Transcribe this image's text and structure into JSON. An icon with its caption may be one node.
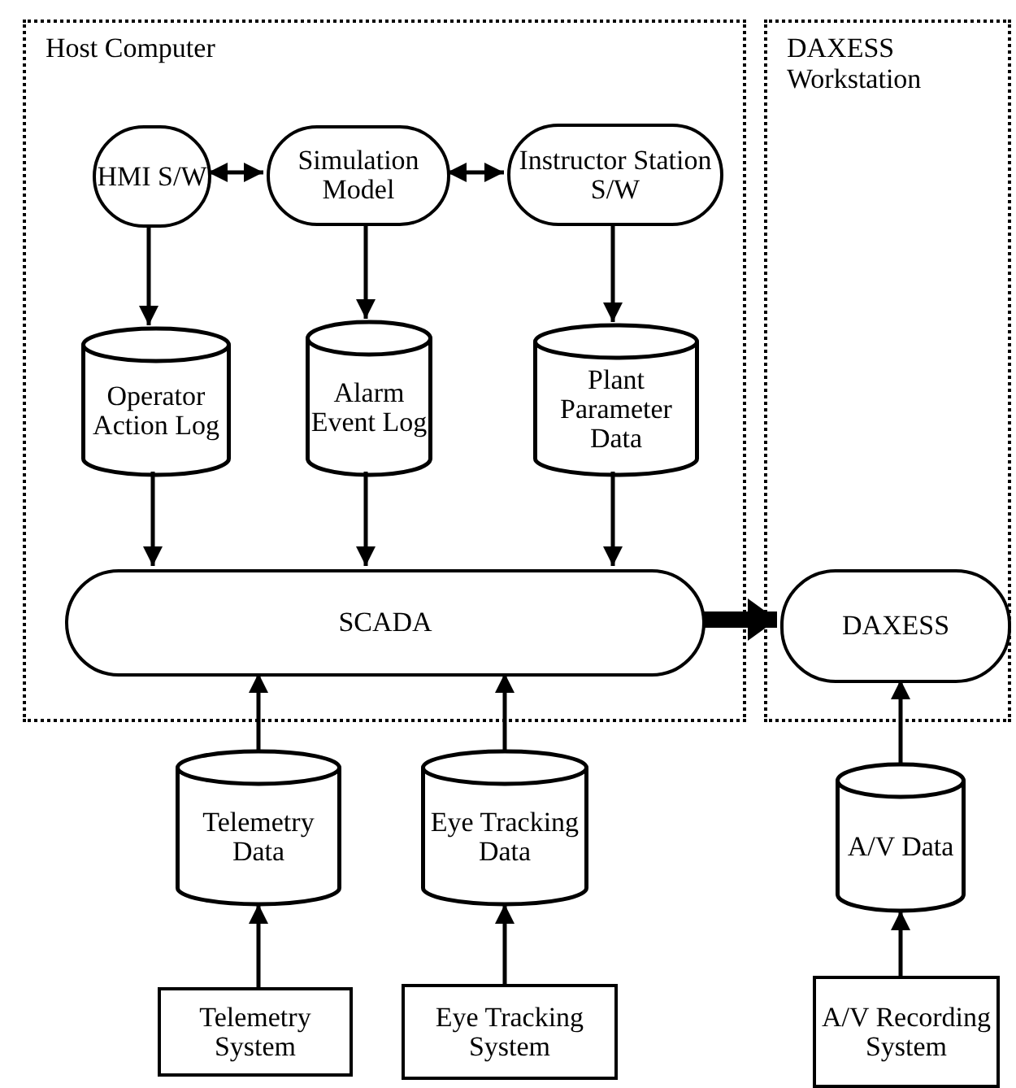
{
  "diagram": {
    "nodes": [
      {
        "text": [
          "Host Computer"
        ]
      },
      {
        "text": [
          "DAXESS Workstation"
        ]
      },
      {
        "text": [
          "HMI S/W"
        ],
        "in": 0
      },
      {
        "text": [
          "Simulation Model"
        ],
        "in": 0
      },
      {
        "text": [
          "Instructor Station S/W"
        ],
        "in": 0
      },
      {
        "text": [
          "Operator Action Log"
        ],
        "in": 0
      },
      {
        "text": [
          "Alarm Event Log"
        ],
        "in": 0
      },
      {
        "text": [
          "Plant Parameter Data"
        ],
        "in": 0
      },
      {
        "text": [
          "SCADA"
        ],
        "in": 0
      },
      {
        "text": [
          "DAXESS"
        ],
        "in": 1
      },
      {
        "text": [
          "Telemetry Data"
        ]
      },
      {
        "text": [
          "Eye Tracking Data"
        ]
      },
      {
        "text": [
          "A/V Data"
        ]
      },
      {
        "text": [
          "Telemetry System"
        ]
      },
      {
        "text": [
          "Eye Tracking System"
        ]
      },
      {
        "text": [
          "A/V Recording System"
        ]
      }
    ],
    "edges": [
      {
        "from": 2,
        "to": 3,
        "arrow": "both"
      },
      {
        "from": 3,
        "to": 4,
        "arrow": "both"
      },
      {
        "from": 2,
        "to": 5,
        "arrow": "to"
      },
      {
        "from": 3,
        "to": 6,
        "arrow": "to"
      },
      {
        "from": 4,
        "to": 7,
        "arrow": "to"
      },
      {
        "from": 5,
        "to": 8,
        "arrow": "to"
      },
      {
        "from": 6,
        "to": 8,
        "arrow": "to"
      },
      {
        "from": 7,
        "to": 8,
        "arrow": "to"
      },
      {
        "from": 8,
        "to": 9,
        "arrow": "to",
        "style": "thick"
      },
      {
        "from": 10,
        "to": 8,
        "arrow": "to"
      },
      {
        "from": 11,
        "to": 8,
        "arrow": "to"
      },
      {
        "from": 12,
        "to": 9,
        "arrow": "to"
      },
      {
        "from": 13,
        "to": 10,
        "arrow": "to"
      },
      {
        "from": 14,
        "to": 11,
        "arrow": "to"
      },
      {
        "from": 15,
        "to": 12,
        "arrow": "to"
      }
    ]
  }
}
